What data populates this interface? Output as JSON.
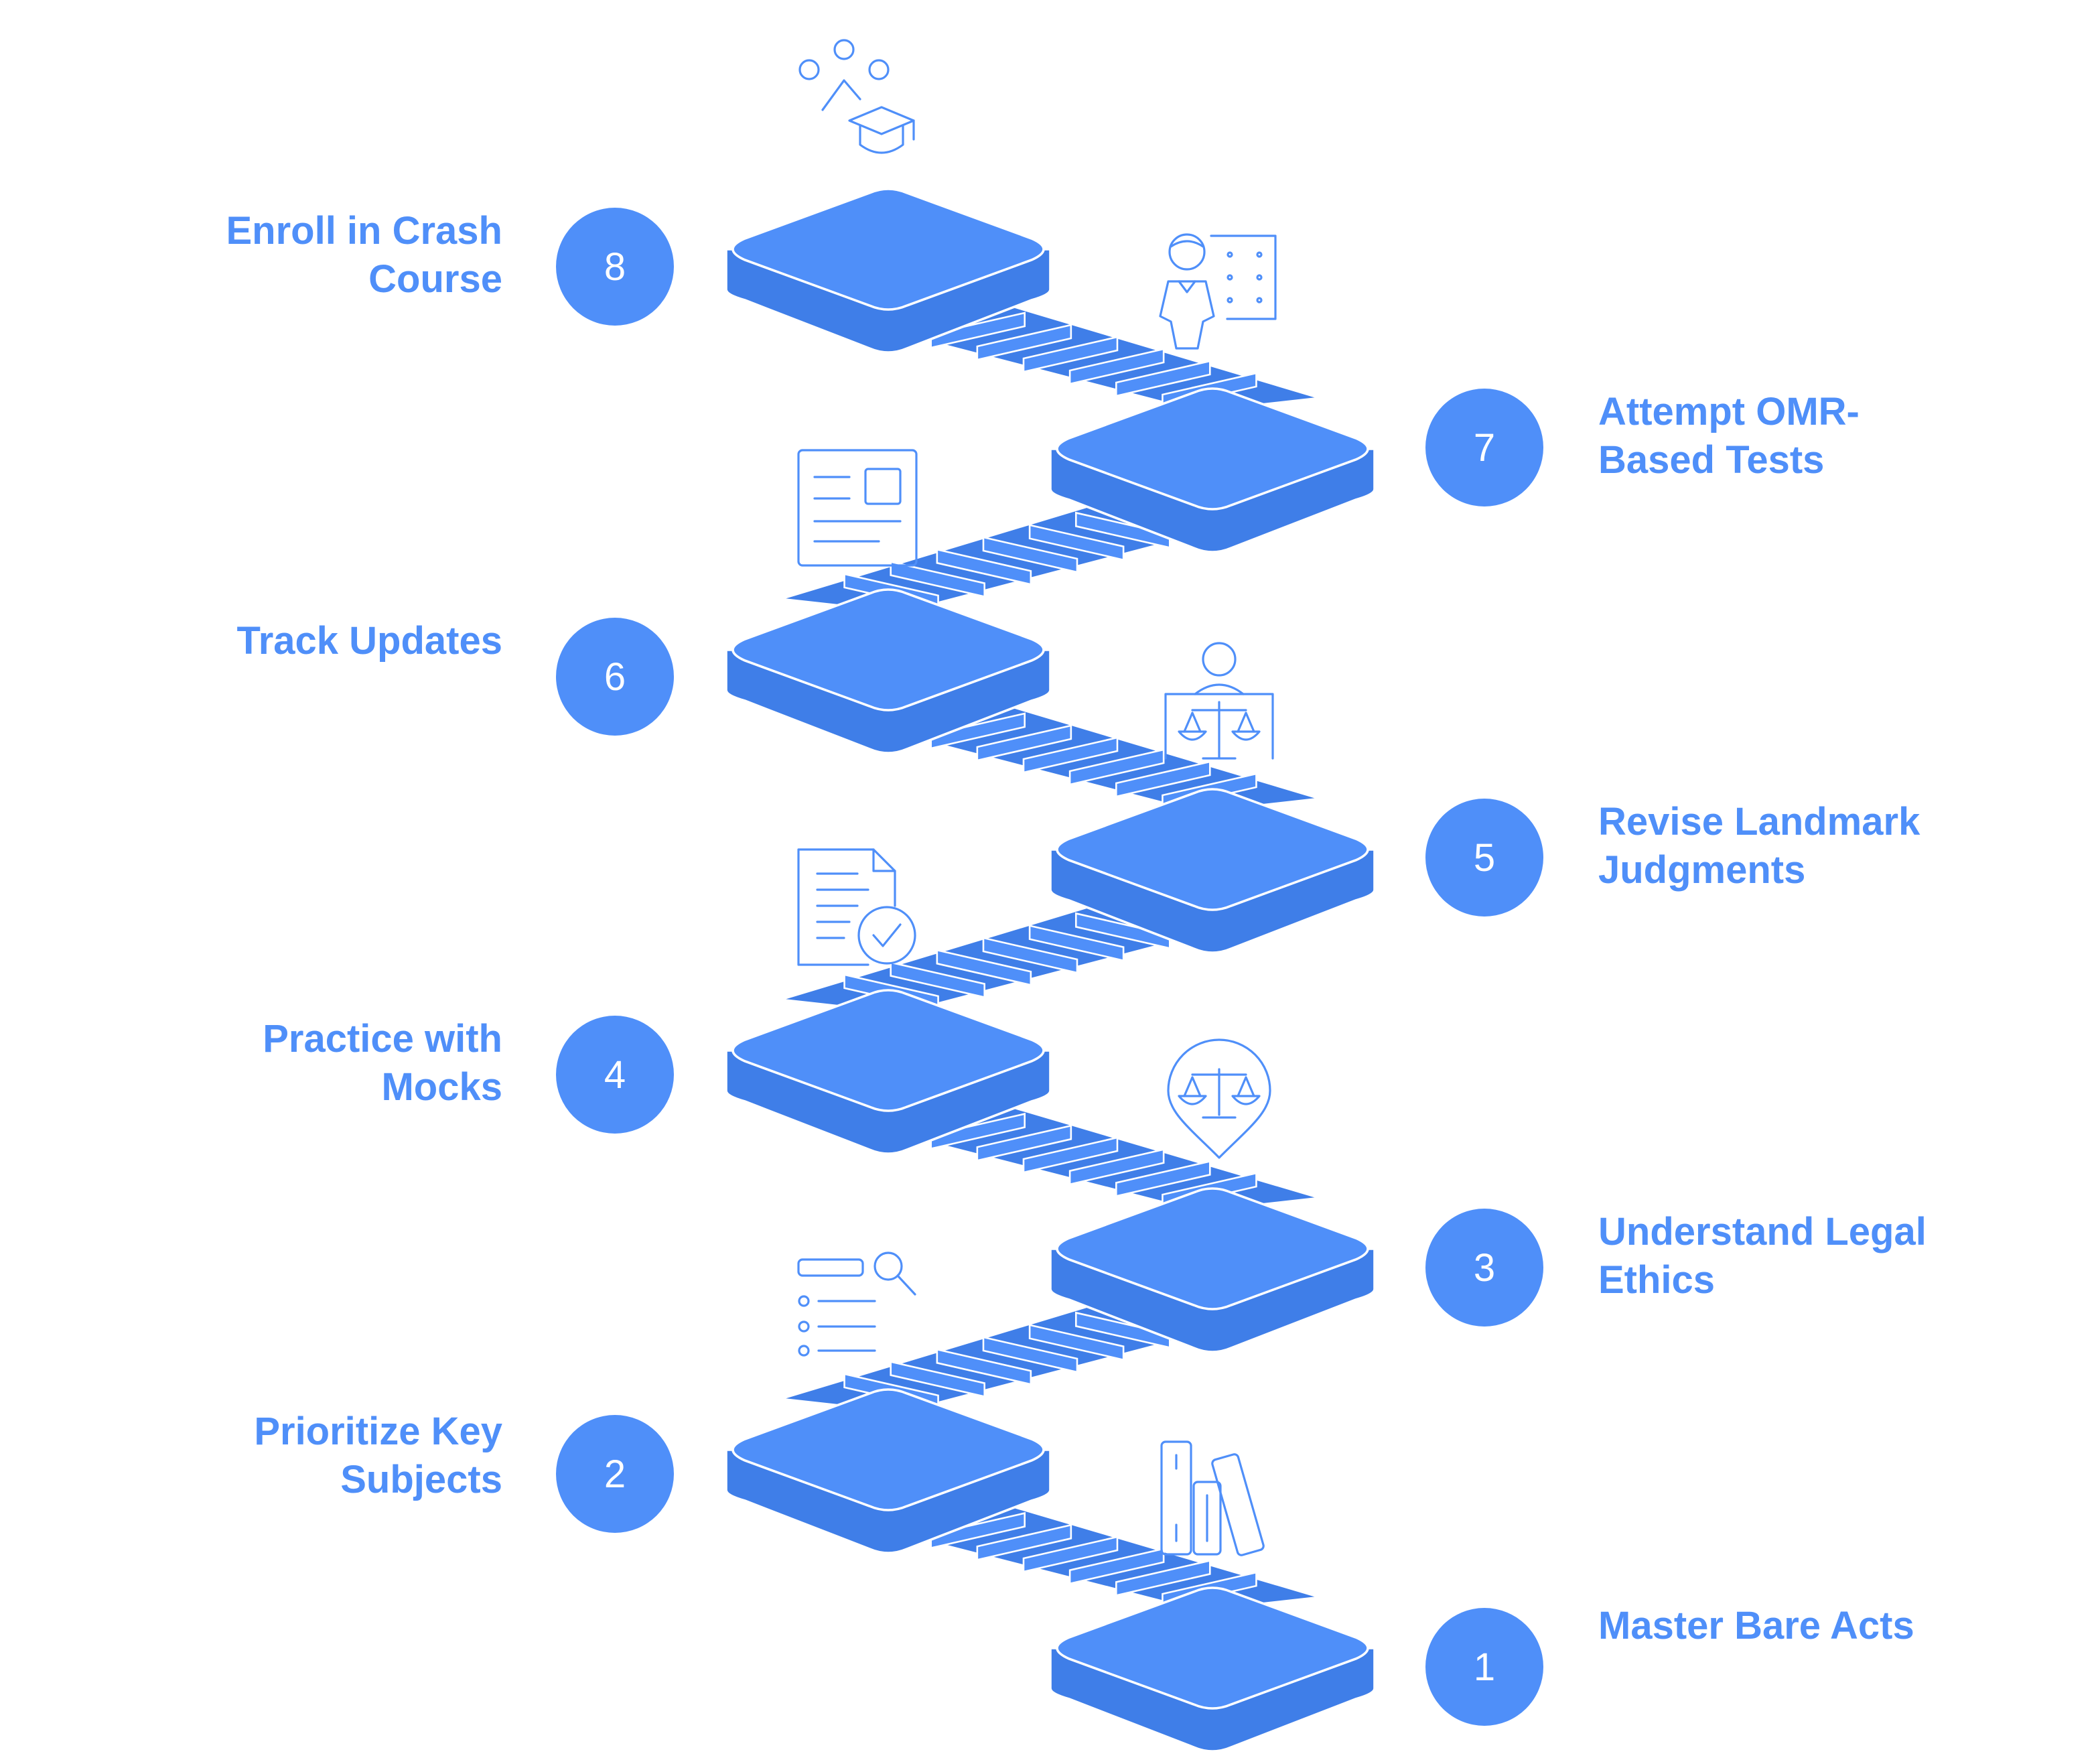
{
  "diagram": {
    "colors": {
      "accent": "#4f8ff9",
      "accent_dark": "#3f7ee8",
      "outline": "#ffffff",
      "icon_stroke": "#4f8ff9"
    },
    "steps": [
      {
        "number": "1",
        "label": "Master Bare Acts",
        "side": "right",
        "icon": "books-icon"
      },
      {
        "number": "2",
        "label": "Prioritize Key\nSubjects",
        "side": "left",
        "icon": "list-search-icon"
      },
      {
        "number": "3",
        "label": "Understand Legal\nEthics",
        "side": "right",
        "icon": "scales-location-icon"
      },
      {
        "number": "4",
        "label": "Practice with\nMocks",
        "side": "left",
        "icon": "checked-document-icon"
      },
      {
        "number": "5",
        "label": "Revise Landmark\nJudgments",
        "side": "right",
        "icon": "judge-scales-icon"
      },
      {
        "number": "6",
        "label": "Track Updates",
        "side": "left",
        "icon": "newspaper-icon"
      },
      {
        "number": "7",
        "label": "Attempt OMR-\nBased Tests",
        "side": "right",
        "icon": "student-board-icon"
      },
      {
        "number": "8",
        "label": "Enroll in Crash\nCourse",
        "side": "left",
        "icon": "graduation-icon"
      }
    ]
  }
}
